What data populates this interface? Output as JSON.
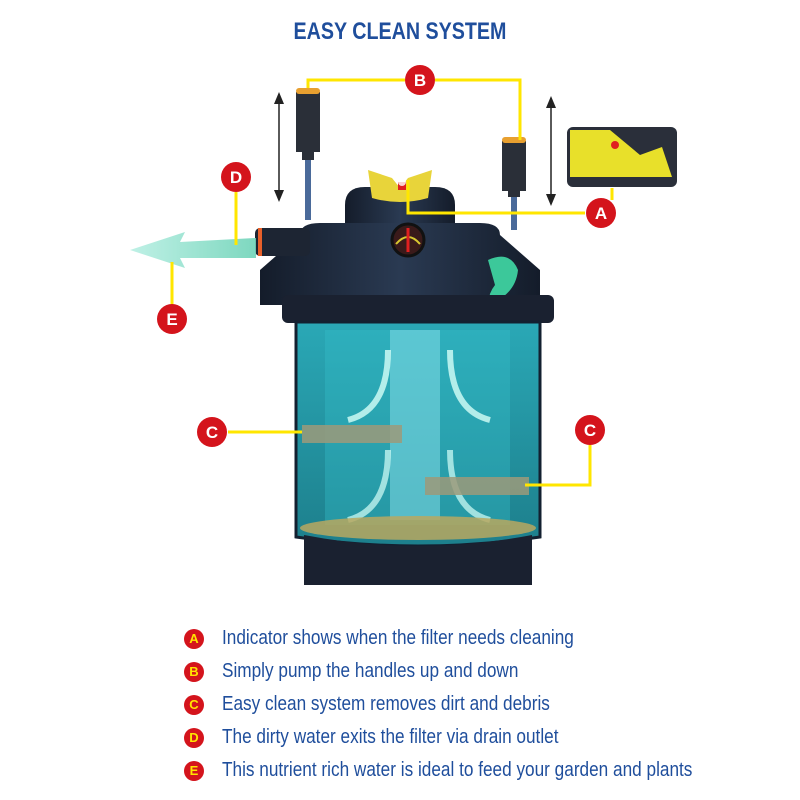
{
  "title": "EASY CLEAN SYSTEM",
  "callouts": {
    "A": "A",
    "B": "B",
    "C_left": "C",
    "C_right": "C",
    "D": "D",
    "E": "E"
  },
  "legend": [
    {
      "letter": "A",
      "text": "Indicator shows when the filter needs cleaning"
    },
    {
      "letter": "B",
      "text": "Simply pump the handles up and down"
    },
    {
      "letter": "C",
      "text": "Easy clean system removes dirt and debris"
    },
    {
      "letter": "D",
      "text": "The dirty water exits the filter via drain outlet"
    },
    {
      "letter": "E",
      "text": "This nutrient rich water is ideal to feed your garden and plants"
    }
  ],
  "colors": {
    "title_blue": "#1f4e9c",
    "badge_red": "#d4141c",
    "badge_letter_yellow": "#ffe400",
    "leader_yellow": "#ffe600",
    "filter_body": "#1c2535",
    "water_teal": "#3fb4c0",
    "lid_yellow": "#e8d43a"
  }
}
